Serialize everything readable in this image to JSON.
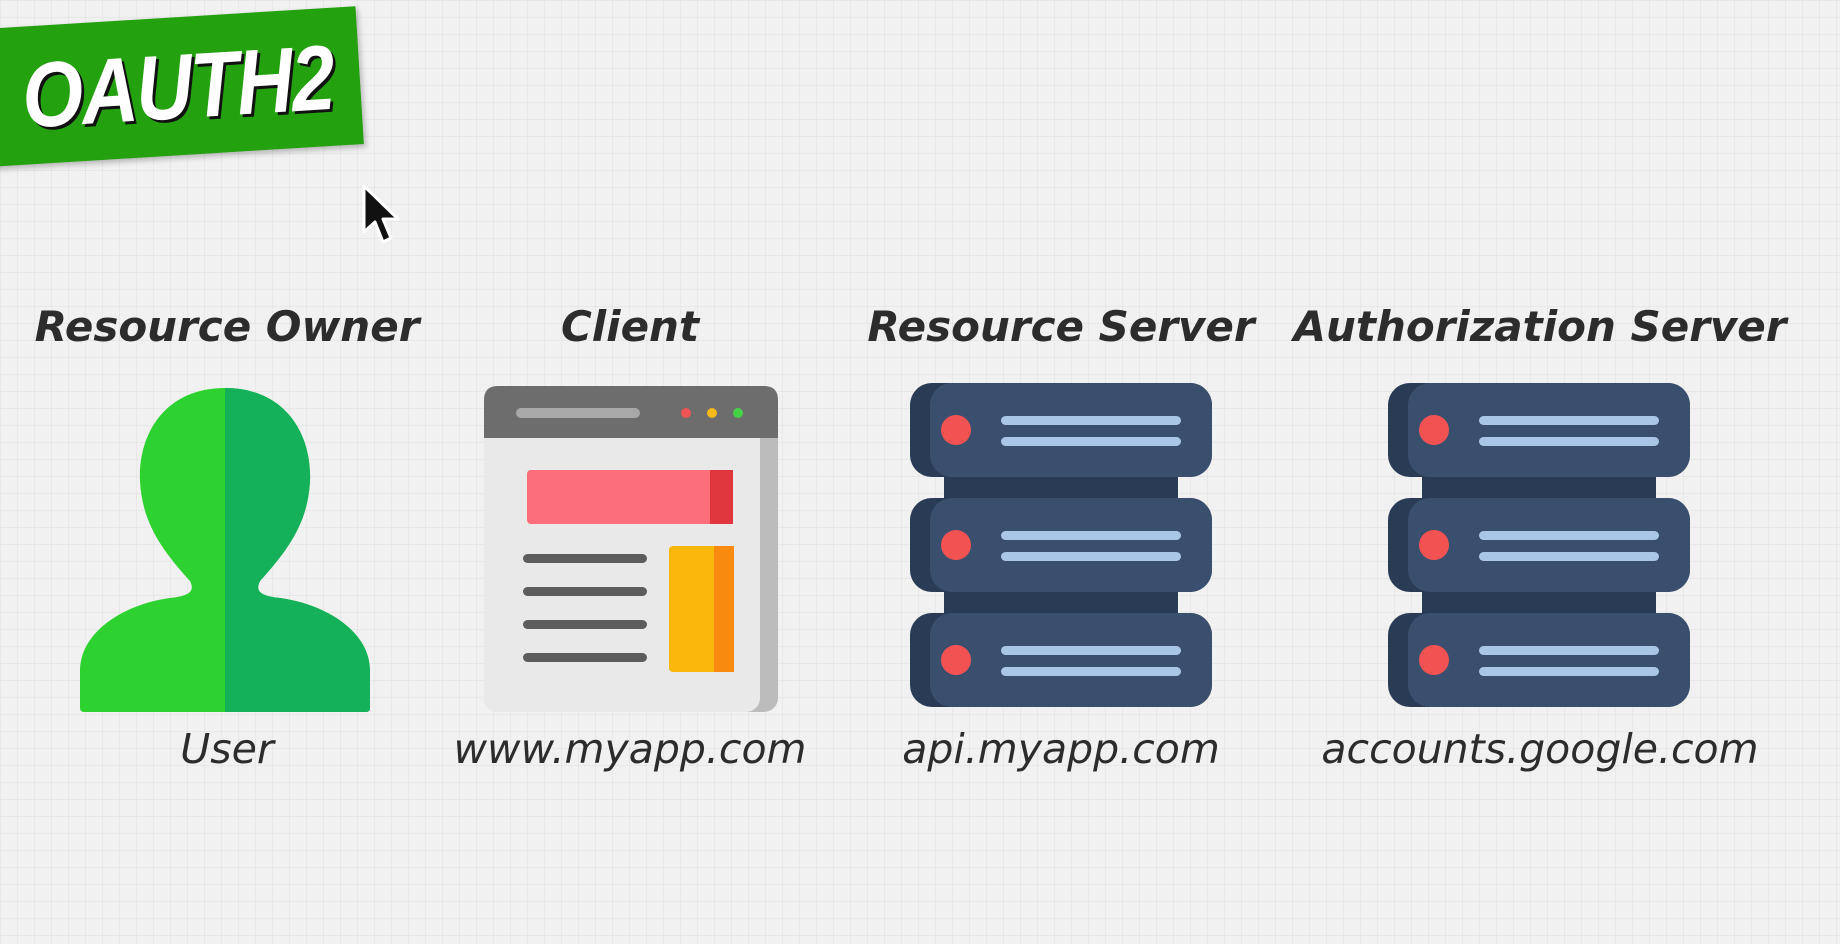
{
  "banner": {
    "title": "OAUTH2"
  },
  "entities": [
    {
      "role": "Resource Owner",
      "host": "User",
      "icon": "user-icon"
    },
    {
      "role": "Client",
      "host": "www.myapp.com",
      "icon": "browser-window-icon"
    },
    {
      "role": "Resource Server",
      "host": "api.myapp.com",
      "icon": "server-icon"
    },
    {
      "role": "Authorization Server",
      "host": "accounts.google.com",
      "icon": "server-icon"
    }
  ],
  "colors": {
    "banner": "#24a10f",
    "user_light": "#2ed230",
    "user_dark": "#14b05a",
    "server_body": "#3a4f6d",
    "server_dark": "#2a3b55",
    "server_led": "#f25252",
    "server_line": "#a9c6e6"
  }
}
